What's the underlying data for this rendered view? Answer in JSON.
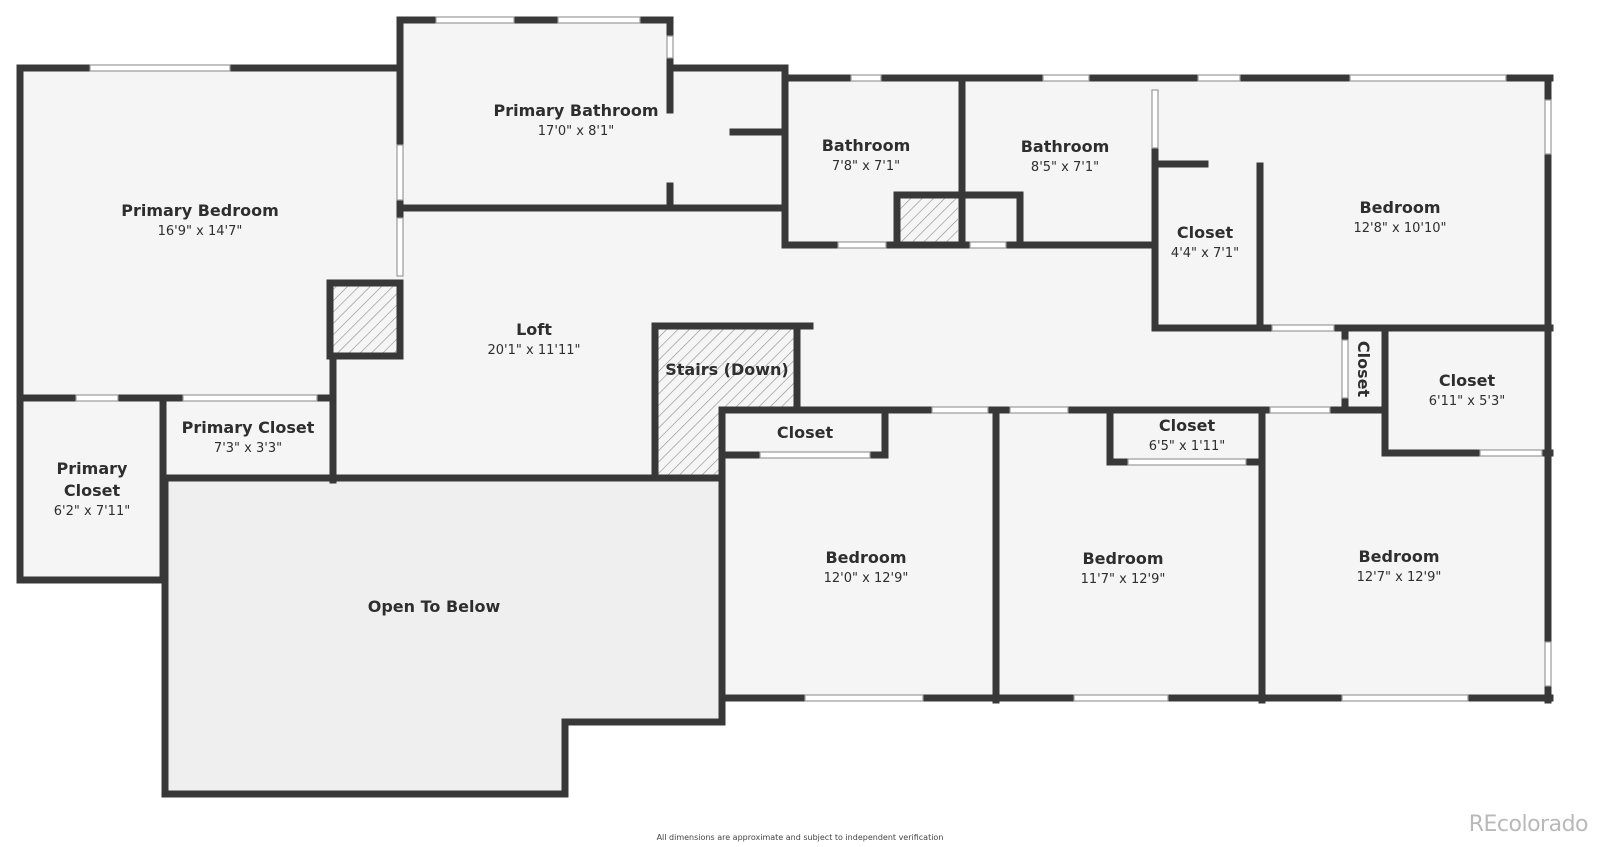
{
  "colors": {
    "wall": "#383838",
    "floor": "#f5f5f5",
    "open_to_below": "#efefef",
    "hatch": "#8c8c8c",
    "window": "#ffffff",
    "brand": "#b9b9b9"
  },
  "rooms": {
    "primary_bedroom": {
      "name": "Primary Bedroom",
      "dim": "16'9\" x 14'7\""
    },
    "primary_bathroom": {
      "name": "Primary Bathroom",
      "dim": "17'0\" x 8'1\""
    },
    "bathroom_1": {
      "name": "Bathroom",
      "dim": "7'8\" x 7'1\""
    },
    "bathroom_2": {
      "name": "Bathroom",
      "dim": "8'5\" x 7'1\""
    },
    "closet_ne": {
      "name": "Closet",
      "dim": "4'4\" x 7'1\""
    },
    "bedroom_ne": {
      "name": "Bedroom",
      "dim": "12'8\" x 10'10\""
    },
    "loft": {
      "name": "Loft",
      "dim": "20'1\" x 11'11\""
    },
    "stairs": {
      "name": "Stairs (Down)"
    },
    "closet_vertical": {
      "name": "Closet"
    },
    "closet_e": {
      "name": "Closet",
      "dim": "6'11\" x 5'3\""
    },
    "primary_closet_small": {
      "name": "Primary Closet",
      "dim": "7'3\" x 3'3\""
    },
    "primary_closet_large": {
      "name_line1": "Primary",
      "name_line2": "Closet",
      "dim": "6'2\" x 7'11\""
    },
    "closet_mid": {
      "name": "Closet"
    },
    "closet_mid2": {
      "name": "Closet",
      "dim": "6'5\" x 1'11\""
    },
    "open_to_below": {
      "name": "Open To Below"
    },
    "bedroom_1": {
      "name": "Bedroom",
      "dim": "12'0\" x 12'9\""
    },
    "bedroom_2": {
      "name": "Bedroom",
      "dim": "11'7\" x 12'9\""
    },
    "bedroom_3": {
      "name": "Bedroom",
      "dim": "12'7\" x 12'9\""
    }
  },
  "disclaimer": "All dimensions are approximate and subject to independent verification",
  "brand": "REcolorado"
}
